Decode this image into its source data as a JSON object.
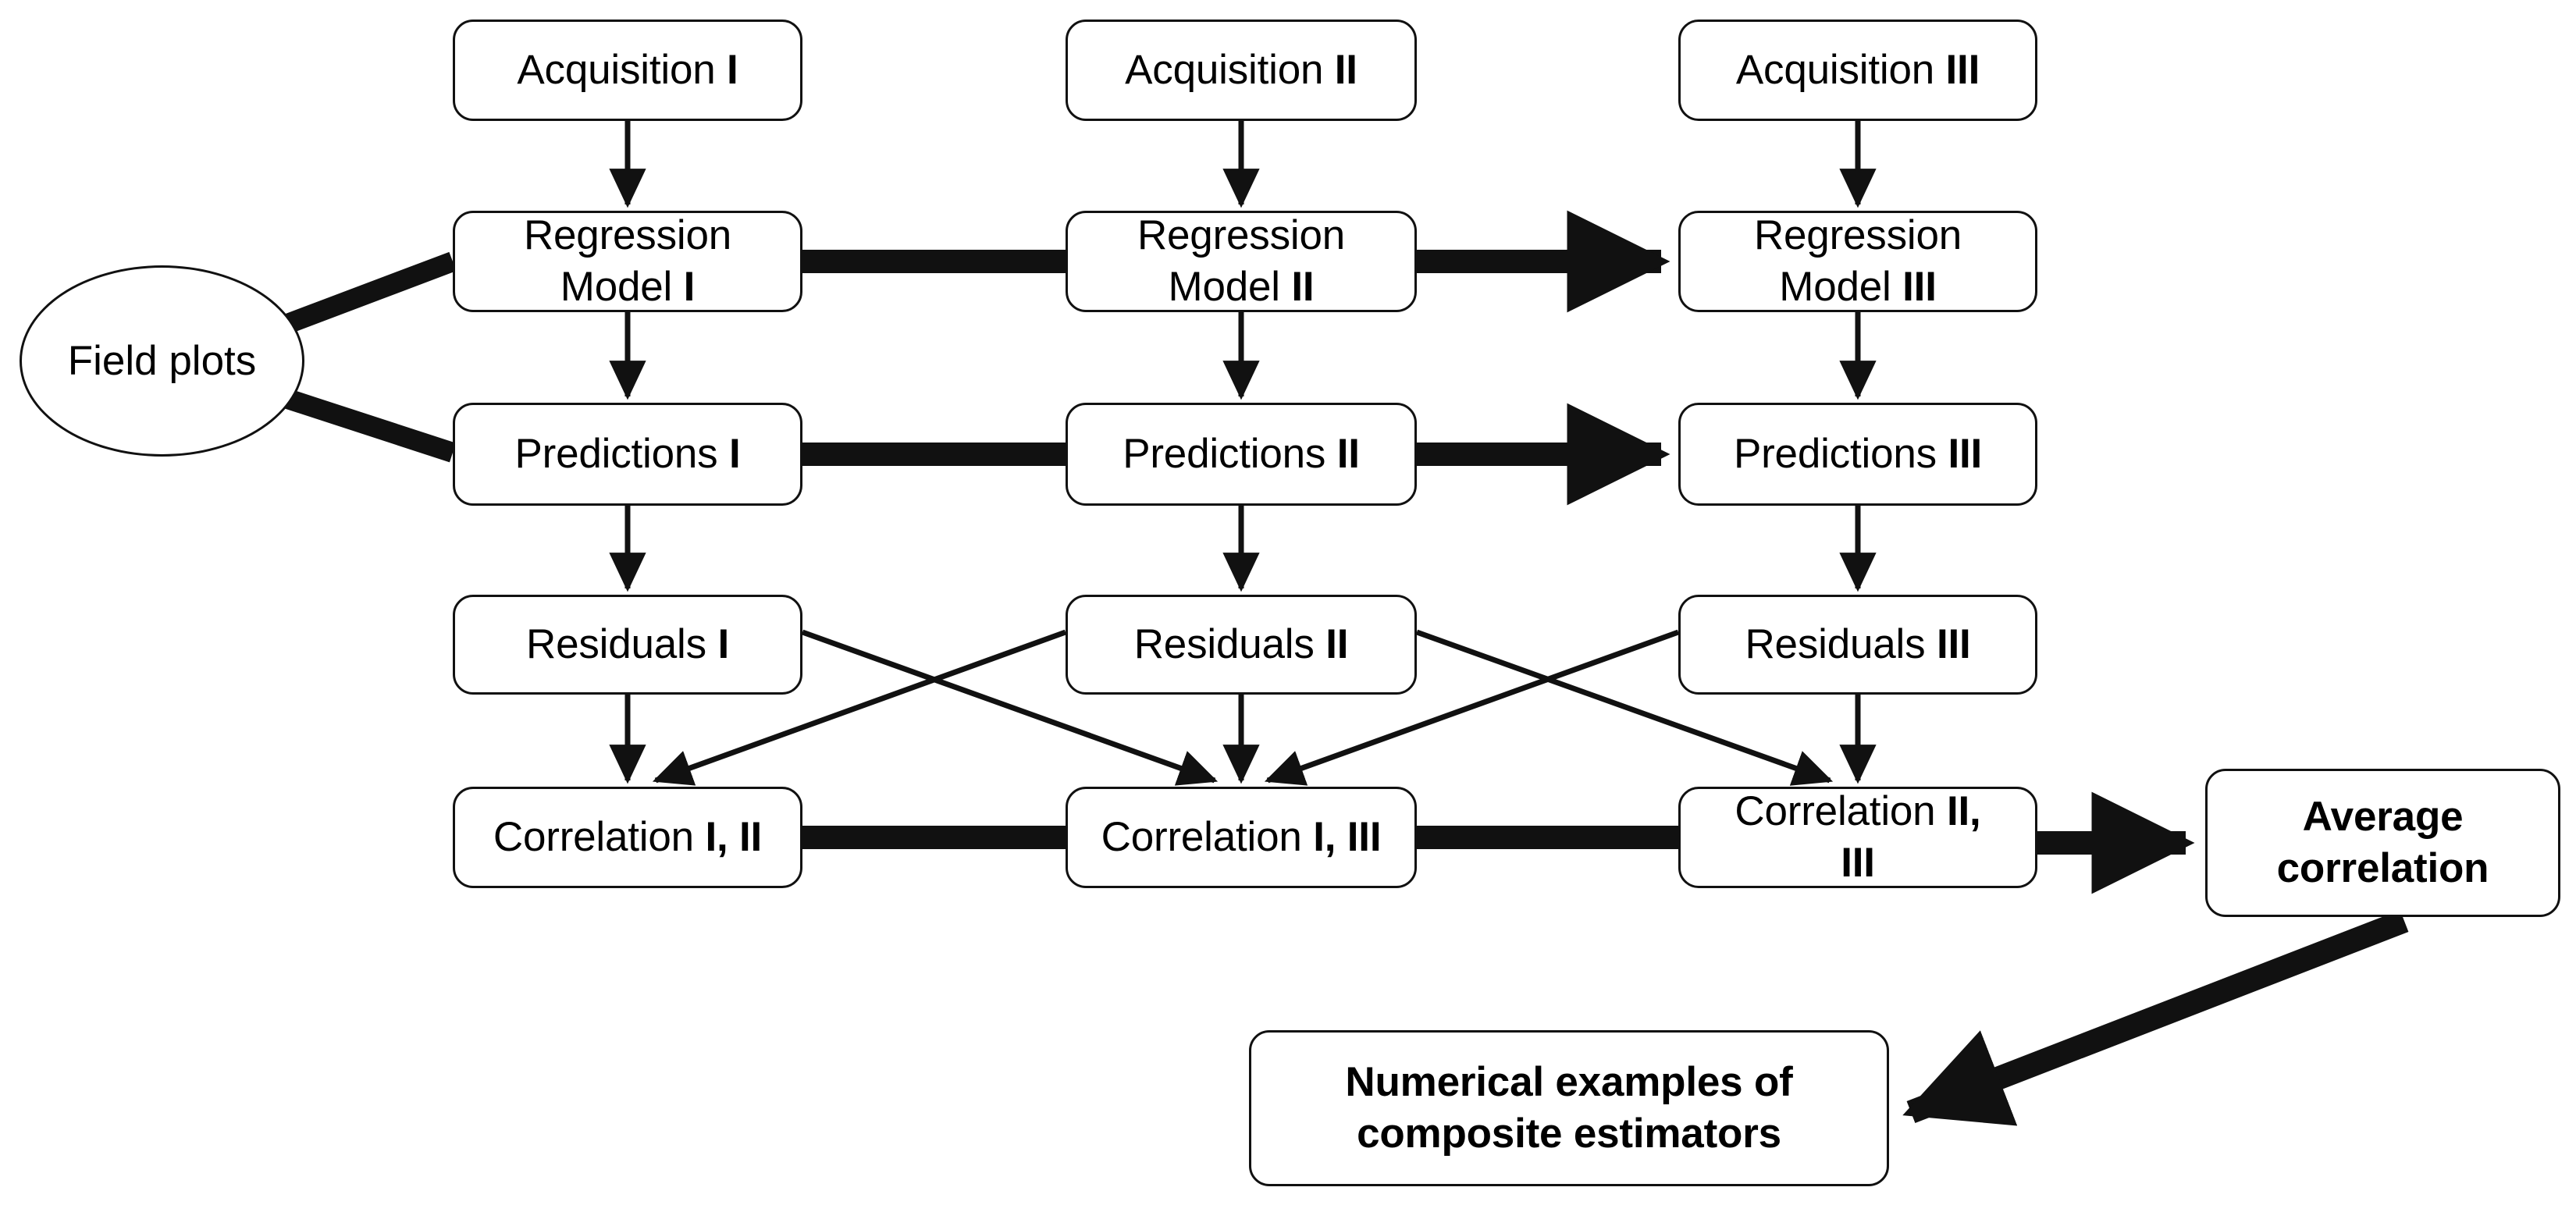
{
  "diagram": {
    "title": "Composite estimator workflow",
    "background_color": "#ffffff",
    "stroke_color": "#111111",
    "nodes": {
      "field_plots": {
        "label": "Field plots",
        "shape": "ellipse"
      },
      "acquisition_1": {
        "prefix": "Acquisition ",
        "numeral": "I"
      },
      "acquisition_2": {
        "prefix": "Acquisition ",
        "numeral": "II"
      },
      "acquisition_3": {
        "prefix": "Acquisition ",
        "numeral": "III"
      },
      "regression_model_1": {
        "prefix": "Regression\nModel ",
        "numeral": "I"
      },
      "regression_model_2": {
        "prefix": "Regression\nModel ",
        "numeral": "II"
      },
      "regression_model_3": {
        "prefix": "Regression\nModel ",
        "numeral": "III"
      },
      "predictions_1": {
        "prefix": "Predictions ",
        "numeral": "I"
      },
      "predictions_2": {
        "prefix": "Predictions ",
        "numeral": "II"
      },
      "predictions_3": {
        "prefix": "Predictions ",
        "numeral": "III"
      },
      "residuals_1": {
        "prefix": "Residuals ",
        "numeral": "I"
      },
      "residuals_2": {
        "prefix": "Residuals ",
        "numeral": "II"
      },
      "residuals_3": {
        "prefix": "Residuals ",
        "numeral": "III"
      },
      "correlation_1_2": {
        "prefix": "Correlation ",
        "numeral": "I, II"
      },
      "correlation_1_3": {
        "prefix": "Correlation ",
        "numeral": "I, III"
      },
      "correlation_2_3": {
        "prefix": "Correlation ",
        "numeral": "II,\nIII"
      },
      "average_correlation": {
        "label": "Average\ncorrelation",
        "bold": true
      },
      "numerical_examples": {
        "label": "Numerical examples of\ncomposite estimators",
        "bold": true
      }
    },
    "edges": [
      {
        "name": "field-plots-to-regression-model-1",
        "from": "field_plots",
        "to": "regression_model_1",
        "style": "thick"
      },
      {
        "name": "field-plots-to-predictions-1",
        "from": "field_plots",
        "to": "predictions_1",
        "style": "thick"
      },
      {
        "name": "acquisition-1-to-regression-model-1",
        "from": "acquisition_1",
        "to": "regression_model_1",
        "style": "thin"
      },
      {
        "name": "acquisition-2-to-regression-model-2",
        "from": "acquisition_2",
        "to": "regression_model_2",
        "style": "thin"
      },
      {
        "name": "acquisition-3-to-regression-model-3",
        "from": "acquisition_3",
        "to": "regression_model_3",
        "style": "thin"
      },
      {
        "name": "regression-model-1-to-regression-model-2",
        "from": "regression_model_1",
        "to": "regression_model_2",
        "style": "thick"
      },
      {
        "name": "regression-model-2-to-regression-model-3",
        "from": "regression_model_2",
        "to": "regression_model_3",
        "style": "thick"
      },
      {
        "name": "regression-model-1-to-predictions-1",
        "from": "regression_model_1",
        "to": "predictions_1",
        "style": "thin"
      },
      {
        "name": "regression-model-2-to-predictions-2",
        "from": "regression_model_2",
        "to": "predictions_2",
        "style": "thin"
      },
      {
        "name": "regression-model-3-to-predictions-3",
        "from": "regression_model_3",
        "to": "predictions_3",
        "style": "thin"
      },
      {
        "name": "predictions-1-to-predictions-2",
        "from": "predictions_1",
        "to": "predictions_2",
        "style": "thick"
      },
      {
        "name": "predictions-2-to-predictions-3",
        "from": "predictions_2",
        "to": "predictions_3",
        "style": "thick"
      },
      {
        "name": "predictions-1-to-residuals-1",
        "from": "predictions_1",
        "to": "residuals_1",
        "style": "thin"
      },
      {
        "name": "predictions-2-to-residuals-2",
        "from": "predictions_2",
        "to": "residuals_2",
        "style": "thin"
      },
      {
        "name": "predictions-3-to-residuals-3",
        "from": "predictions_3",
        "to": "residuals_3",
        "style": "thin"
      },
      {
        "name": "residuals-1-to-correlation-1-2",
        "from": "residuals_1",
        "to": "correlation_1_2",
        "style": "thin"
      },
      {
        "name": "residuals-1-to-correlation-1-3",
        "from": "residuals_1",
        "to": "correlation_1_3",
        "style": "thin"
      },
      {
        "name": "residuals-2-to-correlation-1-2",
        "from": "residuals_2",
        "to": "correlation_1_2",
        "style": "thin"
      },
      {
        "name": "residuals-2-to-correlation-2-3",
        "from": "residuals_2",
        "to": "correlation_2_3",
        "style": "thin"
      },
      {
        "name": "residuals-3-to-correlation-1-3",
        "from": "residuals_3",
        "to": "correlation_1_3",
        "style": "thin"
      },
      {
        "name": "residuals-3-to-correlation-2-3",
        "from": "residuals_3",
        "to": "correlation_2_3",
        "style": "thin"
      },
      {
        "name": "correlation-1-2-to-correlation-1-3",
        "from": "correlation_1_2",
        "to": "correlation_1_3",
        "style": "thick"
      },
      {
        "name": "correlation-1-3-to-correlation-2-3",
        "from": "correlation_1_3",
        "to": "correlation_2_3",
        "style": "thick"
      },
      {
        "name": "correlation-2-3-to-average-correlation",
        "from": "correlation_2_3",
        "to": "average_correlation",
        "style": "thick"
      },
      {
        "name": "average-correlation-to-numerical-examples",
        "from": "average_correlation",
        "to": "numerical_examples",
        "style": "thick"
      }
    ]
  }
}
